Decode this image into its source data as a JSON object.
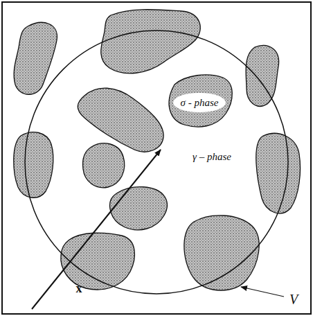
{
  "diagram": {
    "labels": [
      "σ - phase",
      "γ – phase",
      "x",
      "V"
    ]
  }
}
